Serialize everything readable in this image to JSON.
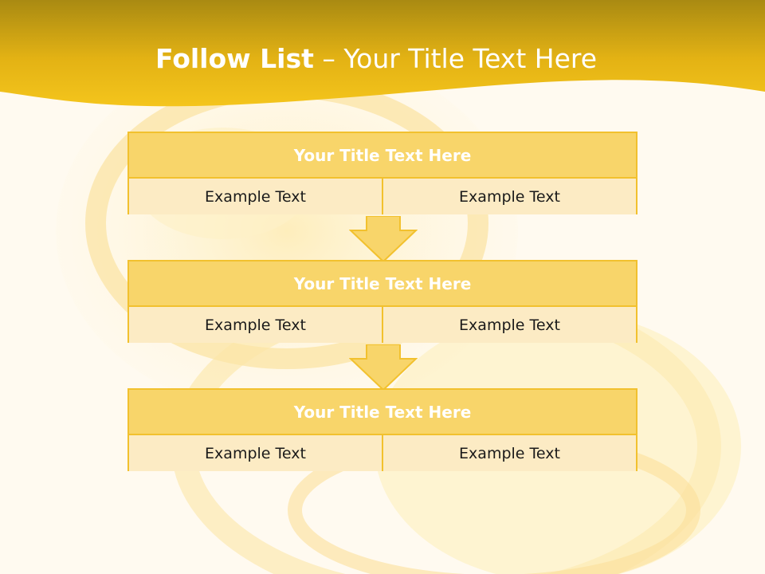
{
  "slide": {
    "title_bold": "Follow List",
    "title_rest": " – Your Title Text Here"
  },
  "steps": [
    {
      "title": "Your Title Text Here",
      "left": "Example Text",
      "right": "Example Text"
    },
    {
      "title": "Your Title Text Here",
      "left": "Example Text",
      "right": "Example Text"
    },
    {
      "title": "Your Title Text Here",
      "left": "Example Text",
      "right": "Example Text"
    }
  ],
  "colors": {
    "banner_dark": "#a98a12",
    "banner_light": "#f2c318",
    "header_fill": "#f8d56a",
    "cell_fill": "#fcebc4",
    "border": "#f2c12e",
    "background": "#fffaf0"
  }
}
